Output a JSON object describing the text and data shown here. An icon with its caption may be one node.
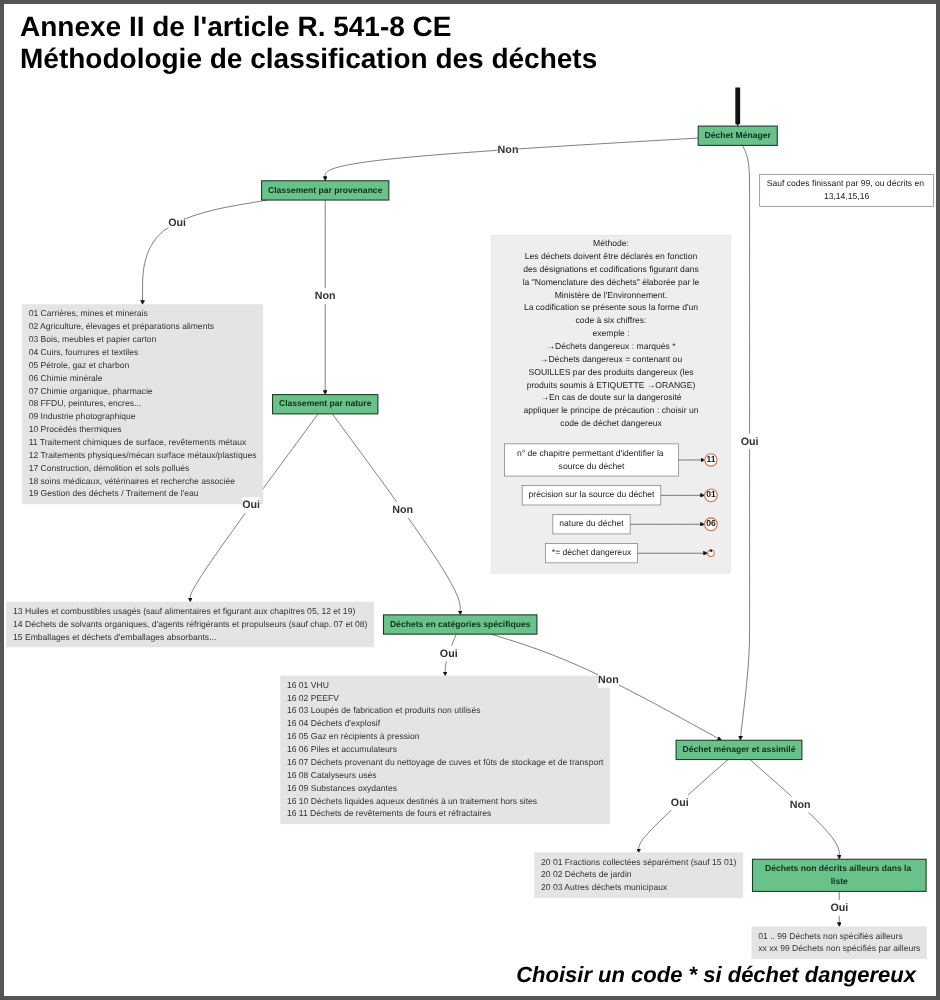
{
  "diagram": {
    "title": "Annexe II de l'article R. 541-8 CE Méthodologie de classification des déchets",
    "caption": "Choisir un code * si déchet dangereux",
    "nodes": [
      {
        "text": [
          "Déchet Ménager"
        ]
      },
      {
        "text": [
          "Classement par provenance"
        ]
      },
      {
        "text": [
          "Sauf codes finissant par 99, ou décrits en 13,14,15,16"
        ]
      },
      {
        "text": [
          "01 Carrières, mines et minerais",
          "02 Agriculture, élevages et préparations aliments",
          "03 Bois, meubles et papier carton",
          "04 Cuirs, fourrures et textiles",
          "05 Pétrole, gaz et charbon",
          "06 Chimie minérale",
          "07 Chimie organique, pharmacie",
          "08 FFDU, peintures, encres...",
          "09 Industrie photographique",
          "10 Procédés thermiques",
          "11 Traitement chimiques de surface, revêtements métaux",
          "12 Traitements physiques/mécan surface métaux/plastiques",
          "17 Construction, démolition et sols pollués",
          "18 soins médicaux, vétérinaires et recherche associée",
          "19 Gestion des déchets / Traitement de l'eau"
        ]
      },
      {
        "text": [
          "Classement par nature"
        ]
      },
      {
        "text": [
          "13 Huiles et combustibles usagés (sauf alimentaires et figurant aux chapitres 05, 12 et 19)",
          "14 Déchets de solvants organiques, d'agents réfrigérants et propulseurs (sauf chap. 07 et 08)",
          "15 Emballages et déchets d'emballages absorbants..."
        ]
      },
      {
        "text": [
          "Méthode:",
          "Les déchets doivent être déclarés en fonction des désignations et codifications figurant dans la \"Nomenclature des déchets\" élaborée par le Ministère de l'Environnement.",
          "La codification se présente sous la forme d'un code à six chiffres:",
          "exemple :",
          "→Déchets dangereux : marqués *",
          "→Déchets dangereux = contenant ou SOUILLES par des produits dangereux (les produits soumis à ETIQUETTE →ORANGE)",
          "→En cas de doute sur la dangerosité appliquer le principe de précaution : choisir un code de déchet dangereux"
        ]
      },
      {
        "text": [
          "11"
        ],
        "in": 6
      },
      {
        "text": [
          "01"
        ],
        "in": 6
      },
      {
        "text": [
          "06"
        ],
        "in": 6
      },
      {
        "text": [
          "*"
        ],
        "in": 6
      },
      {
        "text": [
          "n° de chapitre permettant d'identifier la source du déchet"
        ],
        "in": 6
      },
      {
        "text": [
          "*= déchet dangereux"
        ],
        "in": 6
      },
      {
        "text": [
          "précision sur la source du déchet"
        ],
        "in": 6
      },
      {
        "text": [
          "nature du déchet"
        ],
        "in": 6
      },
      {
        "text": [
          "Déchets en catégories spécifiques"
        ]
      },
      {
        "text": [
          "16 01 VHU",
          "16 02 PEEFV",
          "16 03 Loupés de fabrication et produits non utilisés",
          "16 04 Déchets d'explosif",
          "16 05 Gaz en récipients à pression",
          "16 06 Piles et accumulateurs",
          "16 07 Déchets provenant du nettoyage de cuves et fûts de stockage et de transport",
          "16 08 Catalyseurs usés",
          "16 09 Substances oxydantes",
          "16 10 Déchets liquides aqueux destinés à un traitement hors sites",
          "16 11 Déchets de revêtements de fours et réfractaires"
        ]
      },
      {
        "text": [
          "Déchet ménager et assimilé"
        ]
      },
      {
        "text": [
          "20 01 Fractions collectées séparément (sauf 15 01)",
          "20 02 Déchets de jardin",
          "20 03 Autres déchets municipaux"
        ]
      },
      {
        "text": [
          "Déchets non décrits ailleurs dans la liste"
        ]
      },
      {
        "text": [
          "01 .. 99 Déchets non spécifiés ailleurs",
          "xx xx 99 Déchets non spécifiés par ailleurs"
        ]
      }
    ],
    "edges": [
      {
        "from": null,
        "to": 0,
        "arrow": "to",
        "style": "thick"
      },
      {
        "from": 0,
        "to": 1,
        "arrow": "to",
        "label": "Non"
      },
      {
        "from": 0,
        "to": 17,
        "arrow": "to",
        "label": "Oui"
      },
      {
        "from": 1,
        "to": 3,
        "arrow": "to",
        "label": "Oui"
      },
      {
        "from": 1,
        "to": 4,
        "arrow": "to",
        "label": "Non"
      },
      {
        "from": 4,
        "to": 5,
        "arrow": "to",
        "label": "Oui"
      },
      {
        "from": 4,
        "to": 15,
        "arrow": "to",
        "label": "Non"
      },
      {
        "from": 11,
        "to": 7,
        "arrow": "to"
      },
      {
        "from": 13,
        "to": 8,
        "arrow": "to"
      },
      {
        "from": 14,
        "to": 9,
        "arrow": "to"
      },
      {
        "from": 12,
        "to": 10,
        "arrow": "to"
      },
      {
        "from": 15,
        "to": 16,
        "arrow": "to",
        "label": "Oui"
      },
      {
        "from": 15,
        "to": 17,
        "arrow": "to",
        "label": "Non"
      },
      {
        "from": 17,
        "to": 18,
        "arrow": "to",
        "label": "Oui"
      },
      {
        "from": 17,
        "to": 19,
        "arrow": "to",
        "label": "Non"
      },
      {
        "from": 19,
        "to": 20,
        "arrow": "to",
        "label": "Oui"
      }
    ]
  }
}
